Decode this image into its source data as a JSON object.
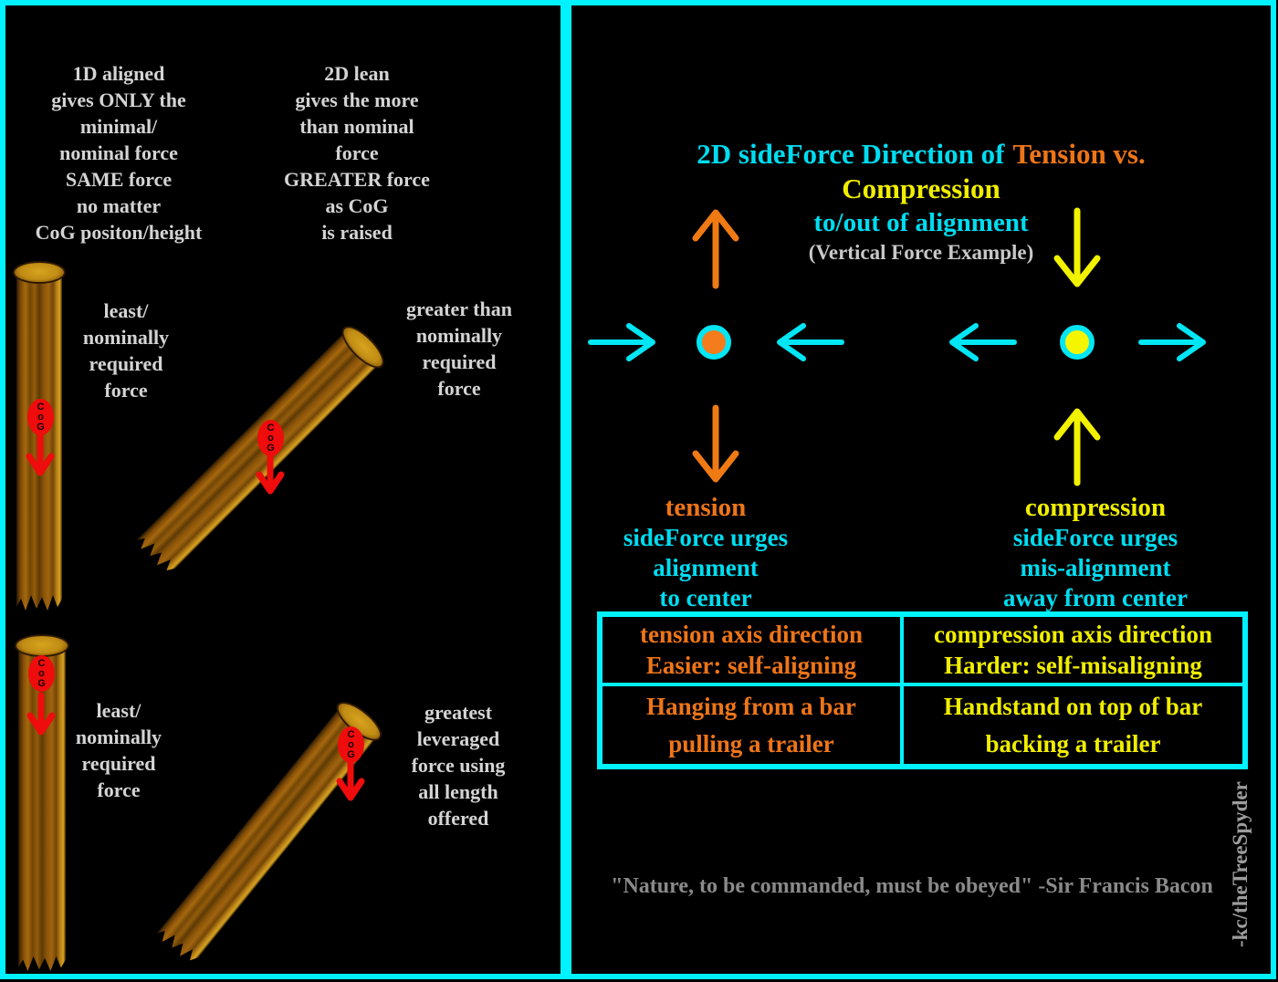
{
  "colors": {
    "panel_border_cyan": "#00f2ff",
    "cyan_text": "#00dcf0",
    "orange": "#ee7518",
    "yellow": "#f0ee00",
    "red_cog": "#ee0c0c",
    "gray_text": "#d4d4d4",
    "quote_gray": "#8a8a8a",
    "wood_brown": "#8a5408"
  },
  "left_panel": {
    "heading_1d": [
      "1D aligned",
      "gives ONLY the",
      "minimal/",
      "nominal force",
      "SAME force",
      "no matter",
      "CoG positon/height"
    ],
    "heading_2d": [
      "2D lean",
      "gives the more",
      "than nominal",
      "force",
      "GREATER force",
      "as CoG",
      "is raised"
    ],
    "caption_top_left": [
      "least/",
      "nominally",
      "required",
      "force"
    ],
    "caption_top_right": [
      "greater than",
      "nominally",
      "required",
      "force"
    ],
    "caption_bottom_left": [
      "least/",
      "nominally",
      "required",
      "force"
    ],
    "caption_bottom_right": [
      "greatest",
      "leveraged",
      "force using",
      "all length",
      "offered"
    ],
    "cog_letters": [
      "C",
      "o",
      "G"
    ]
  },
  "right_panel": {
    "title_cyan": "2D sideForce Direction of",
    "title_orange": "Tension vs.",
    "title_line2": "Compression",
    "title_line3": "to/out of alignment",
    "title_line4": "(Vertical Force Example)",
    "tension_heading": "tension",
    "tension_lines": [
      "sideForce urges",
      "alignment",
      "to center"
    ],
    "compression_heading": "compression",
    "compression_lines": [
      "sideForce urges",
      "mis-alignment",
      "away from center"
    ],
    "table": {
      "r1c1": [
        "tension axis direction",
        "Easier: self-aligning"
      ],
      "r1c2": [
        "compression axis direction",
        "Harder: self-misaligning"
      ],
      "r2c1": [
        "Hanging from a bar",
        "pulling a trailer"
      ],
      "r2c2": [
        "Handstand on top of bar",
        "backing a trailer"
      ]
    },
    "quote": "\"Nature, to be commanded, must be obeyed\" -Sir Francis Bacon",
    "signature": "-kc/theTreeSpyder"
  }
}
